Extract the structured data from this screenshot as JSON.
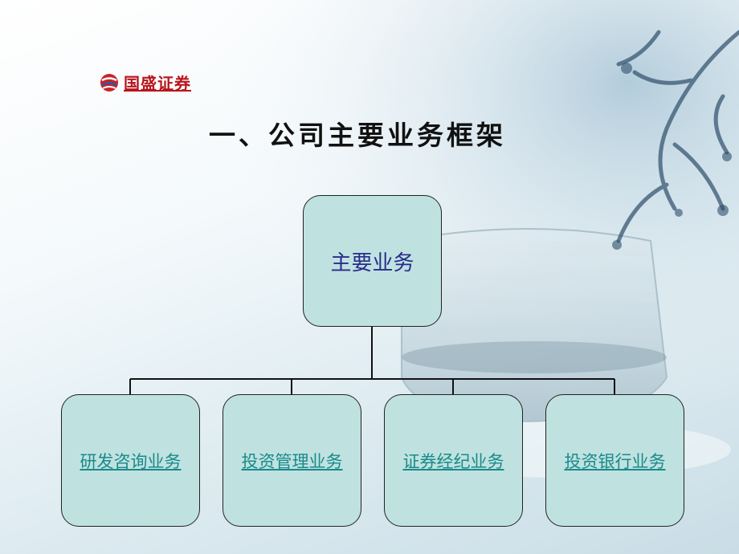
{
  "logo": {
    "text": "国盛证券"
  },
  "title": "一、公司主要业务框架",
  "diagram": {
    "root": "主要业务",
    "children": [
      "研发咨询业务",
      "投资管理业务",
      "证券经纪业务",
      "投资银行业务"
    ]
  },
  "colors": {
    "node_fill": "#bfe2e0",
    "root_text": "#2b2b8c",
    "child_link": "#1a8a8a",
    "logo_red": "#b8151b"
  }
}
